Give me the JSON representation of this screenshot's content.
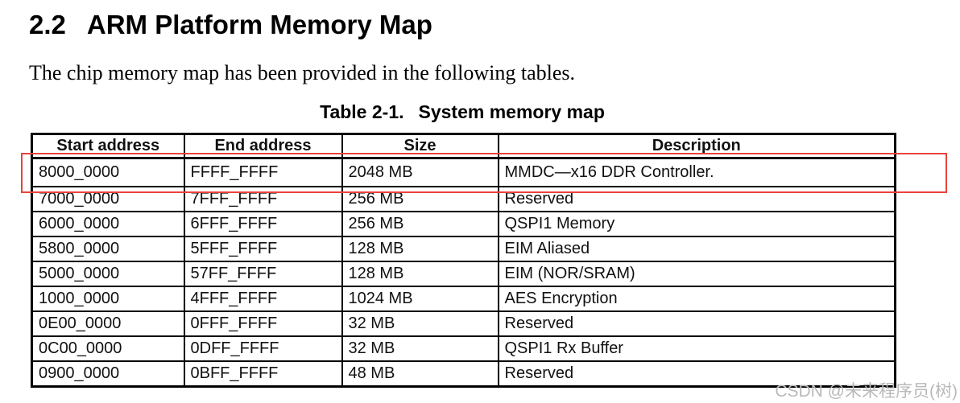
{
  "header": {
    "section_number": "2.2",
    "section_title": "ARM Platform Memory Map"
  },
  "intro_text": "The chip memory map has been provided in the following tables.",
  "table": {
    "caption_label": "Table 2-1.",
    "caption_title": "System memory map",
    "columns": [
      "Start address",
      "End address",
      "Size",
      "Description"
    ],
    "rows": [
      [
        "8000_0000",
        "FFFF_FFFF",
        "2048 MB",
        "MMDC—x16 DDR Controller."
      ],
      [
        "7000_0000",
        "7FFF_FFFF",
        "256 MB",
        "Reserved"
      ],
      [
        "6000_0000",
        "6FFF_FFFF",
        "256 MB",
        "QSPI1 Memory"
      ],
      [
        "5800_0000",
        "5FFF_FFFF",
        "128 MB",
        "EIM Aliased"
      ],
      [
        "5000_0000",
        "57FF_FFFF",
        "128 MB",
        "EIM (NOR/SRAM)"
      ],
      [
        "1000_0000",
        "4FFF_FFFF",
        "1024 MB",
        "AES Encryption"
      ],
      [
        "0E00_0000",
        "0FFF_FFFF",
        "32 MB",
        "Reserved"
      ],
      [
        "0C00_0000",
        "0DFF_FFFF",
        "32 MB",
        "QSPI1 Rx Buffer"
      ],
      [
        "0900_0000",
        "0BFF_FFFF",
        "48 MB",
        "Reserved"
      ]
    ]
  },
  "annotation": {
    "highlighted_row_index": 0,
    "color": "#e8433c"
  },
  "watermark_text": "CSDN @未来程序员(树)"
}
